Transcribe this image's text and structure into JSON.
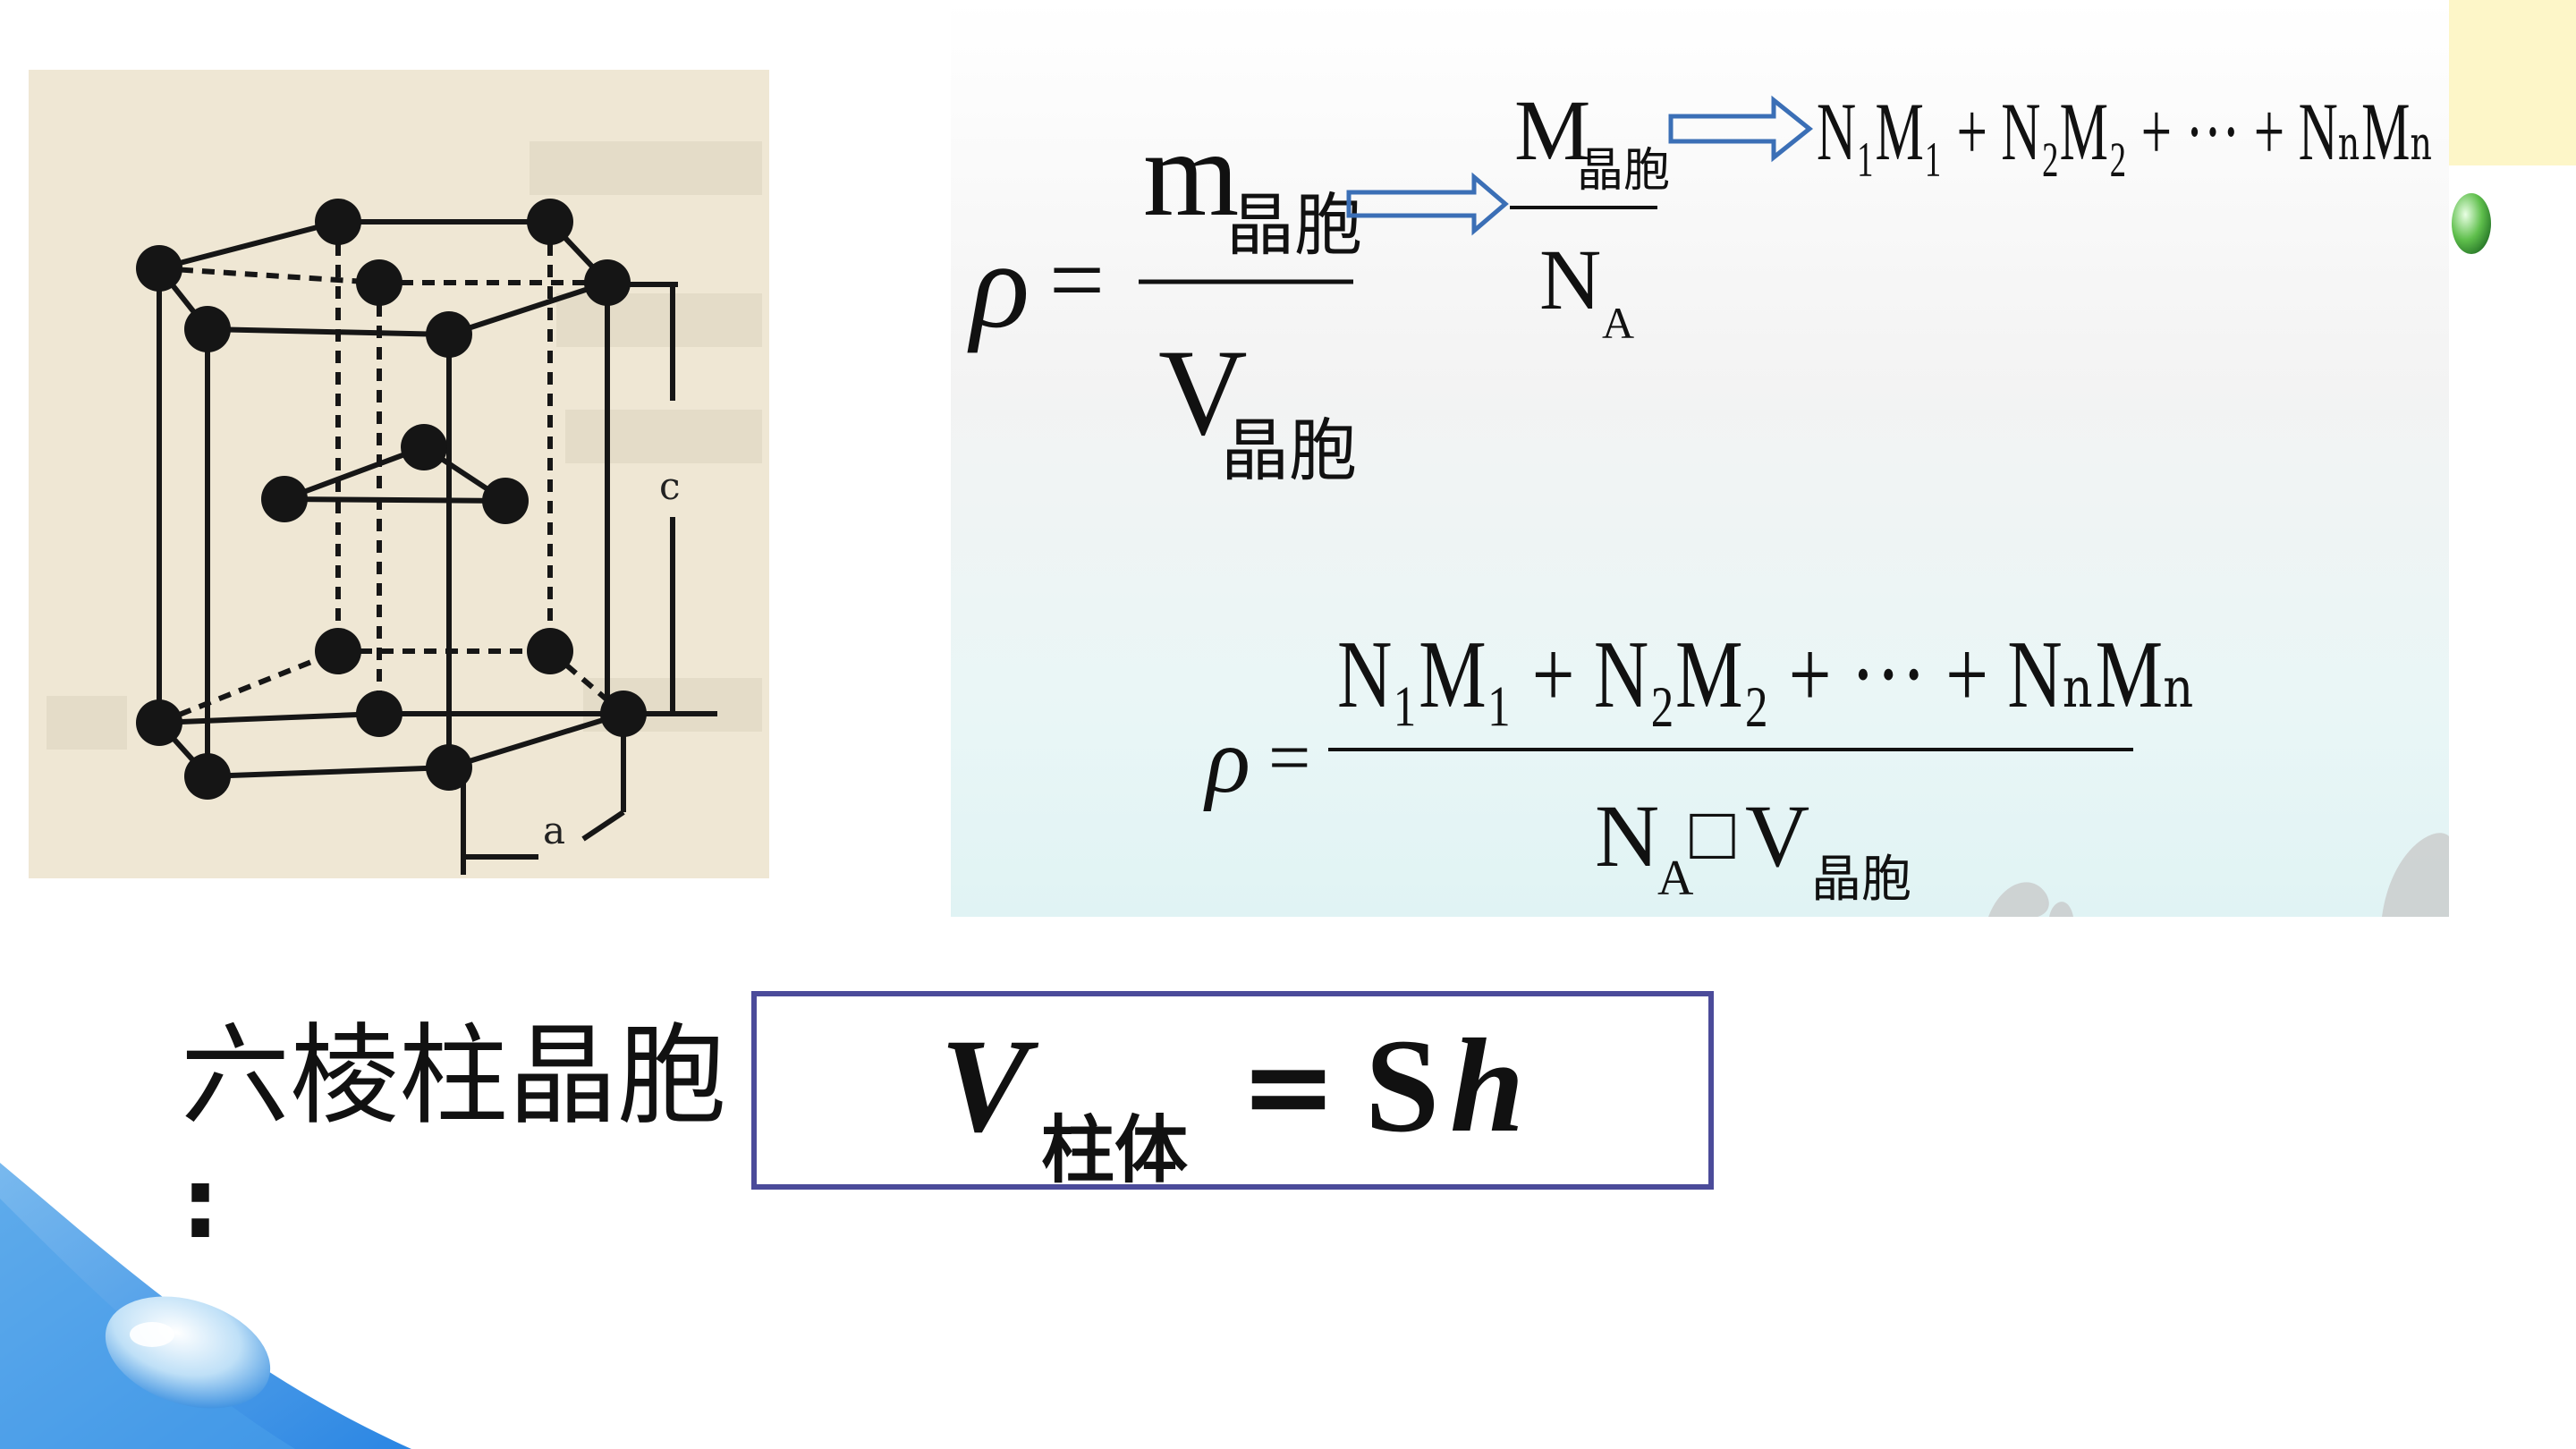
{
  "lattice_figure": {
    "label_height": "c",
    "label_edge": "a"
  },
  "formula_top": {
    "lhs": "ρ",
    "eq": "=",
    "numerator_symbol": "m",
    "numerator_sub": "晶胞",
    "denominator_symbol": "V",
    "denominator_sub": "晶胞",
    "mid_numerator_symbol": "M",
    "mid_numerator_sub": "晶胞",
    "mid_denominator_symbol": "N",
    "mid_denominator_sub": "A",
    "sum_expression": "N₁M₁ + N₂M₂ + ··· + NₙMₙ"
  },
  "formula_bottom": {
    "lhs": "ρ",
    "eq": "=",
    "numerator": "N₁M₁ + N₂M₂ + ··· + NₙMₙ",
    "denominator_na": "N",
    "denominator_na_sub": "A",
    "denominator_mult": "□",
    "denominator_v": "V",
    "denominator_v_sub": "晶胞"
  },
  "caption": {
    "label": "六棱柱晶胞",
    "colon": ":"
  },
  "volume_formula": {
    "symbol": "V",
    "sub": "柱体",
    "eq": "=",
    "rhs_s": "S",
    "rhs_h": "h"
  },
  "colors": {
    "arrow_outline": "#3b6fb6",
    "box_border": "#4b4b9a",
    "deco_blue": "#3a8fe0",
    "deco_yellow": "#fdf6c8"
  }
}
